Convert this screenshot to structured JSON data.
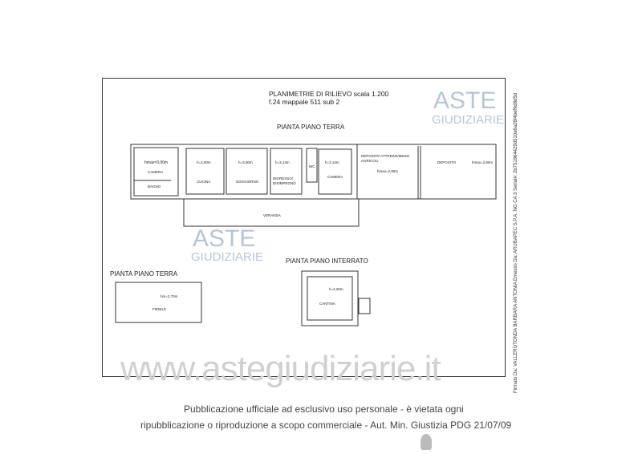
{
  "title": {
    "line1": "PLANIMETRIE DI RILIEVO scala 1.200",
    "line2": "f.24 mappale 511 sub 2"
  },
  "plans": [
    {
      "heading": "PIANTA PIANO TERRA",
      "rooms": [
        {
          "name": "CAMERA",
          "height": "hmax=3,00m"
        },
        {
          "name": "BAGNO",
          "height": ""
        },
        {
          "name": "CUCINA",
          "height": "h=3,00m"
        },
        {
          "name": "SOGGIORNO",
          "height": "h=3,00m"
        },
        {
          "name": "INGRESSO/ DISIMPEGNO",
          "height": "h=3,14m"
        },
        {
          "name": "WC",
          "height": ""
        },
        {
          "name": "CAMERA",
          "height": "h=3,14m"
        },
        {
          "name": "DEPOSITO ATTREZZI/MEZZI AGRICOLI",
          "height": "hmax=2,80m"
        },
        {
          "name": "DEPOSITO",
          "height": "hmax=2,80m"
        },
        {
          "name": "VERANDA",
          "height": ""
        }
      ]
    },
    {
      "heading": "PIANTA PIANO TERRA",
      "rooms": [
        {
          "name": "FIENILE",
          "height": "hm=2,70m"
        }
      ]
    },
    {
      "heading": "PIANTA PIANO INTERRATO",
      "rooms": [
        {
          "name": "CANTINA",
          "height": "h=2,20m"
        }
      ]
    }
  ],
  "watermark": {
    "brand1": "ASTE",
    "brand2": "GIUDIZIARIE",
    "site": "www.astegiudiziarie.it"
  },
  "signature": "Firmato Da: VALLEROTONDA BARBARA ANTONIA Emesso Da: ARUBAPEC S.P.A. NG CA 3 Serial#: 2b751864429d510a6a26f4bef9d8d5d",
  "footer": {
    "line1": "Pubblicazione ufficiale ad esclusivo uso personale - è vietata ogni",
    "line2": "ripubblicazione o riproduzione a scopo commerciale - Aut. Min. Giustizia PDG 21/07/09"
  }
}
